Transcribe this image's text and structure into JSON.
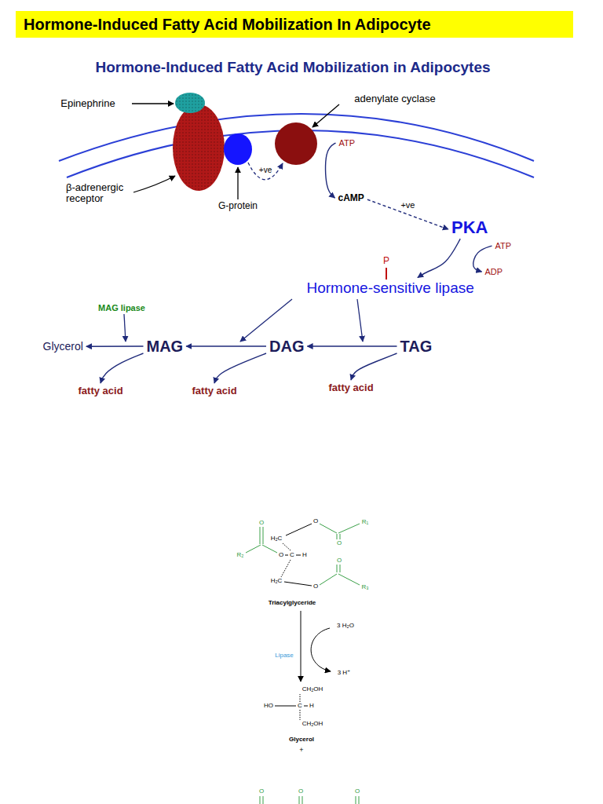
{
  "diagram": {
    "title": "Hormone-Induced Fatty Acid Mobilization In Adipocyte",
    "nodes": [
      {
        "text": [
          "ATP"
        ]
      },
      {
        "text": [
          "cAMP"
        ]
      },
      {
        "text": [
          "PKA"
        ]
      },
      {
        "text": [
          "ATP"
        ]
      },
      {
        "text": [
          "ADP"
        ]
      },
      {
        "text": [
          "Hormone-sensitive lipase"
        ]
      },
      {
        "text": [
          "Glycerol"
        ]
      },
      {
        "text": [
          "MAG"
        ]
      },
      {
        "text": [
          "DAG"
        ]
      },
      {
        "text": [
          "TAG"
        ]
      },
      {
        "text": [
          "fatty acid"
        ]
      },
      {
        "text": [
          "fatty acid"
        ]
      },
      {
        "text": [
          "fatty acid"
        ]
      }
    ],
    "edges": [
      {
        "from": 0,
        "to": 1,
        "arrow": "to"
      },
      {
        "from": 1,
        "to": 2,
        "label": "+ve",
        "arrow": "to"
      },
      {
        "from": 2,
        "to": 5,
        "arrow": "to"
      },
      {
        "from": 3,
        "to": 4,
        "arrow": "to"
      },
      {
        "from": 9,
        "to": 8,
        "arrow": "to"
      },
      {
        "from": 8,
        "to": 7,
        "arrow": "to"
      },
      {
        "from": 7,
        "to": 6,
        "arrow": "to"
      },
      {
        "from": 7,
        "to": 10,
        "arrow": "to"
      },
      {
        "from": 8,
        "to": 11,
        "arrow": "to"
      },
      {
        "from": 9,
        "to": 12,
        "arrow": "to"
      }
    ],
    "labels": [
      "Hormone-Induced Fatty Acid Mobilization in Adipocytes",
      "Epinephrine",
      "adenylate cyclase",
      "β-adrenergic receptor",
      "+ve",
      "G-protein",
      "P",
      "MAG lipase",
      "O",
      "O",
      "R₁",
      "H₂C",
      "O",
      "R₂",
      "O",
      "C",
      "H",
      "O",
      "H₂C",
      "O",
      "R₃",
      "Triacylglyceride",
      "3 H₂O",
      "Lipase",
      "3 H⁺",
      "CH₂OH",
      "HO",
      "C",
      "H",
      "CH₂OH",
      "Glycerol",
      "+",
      "O",
      "O",
      "O"
    ]
  }
}
